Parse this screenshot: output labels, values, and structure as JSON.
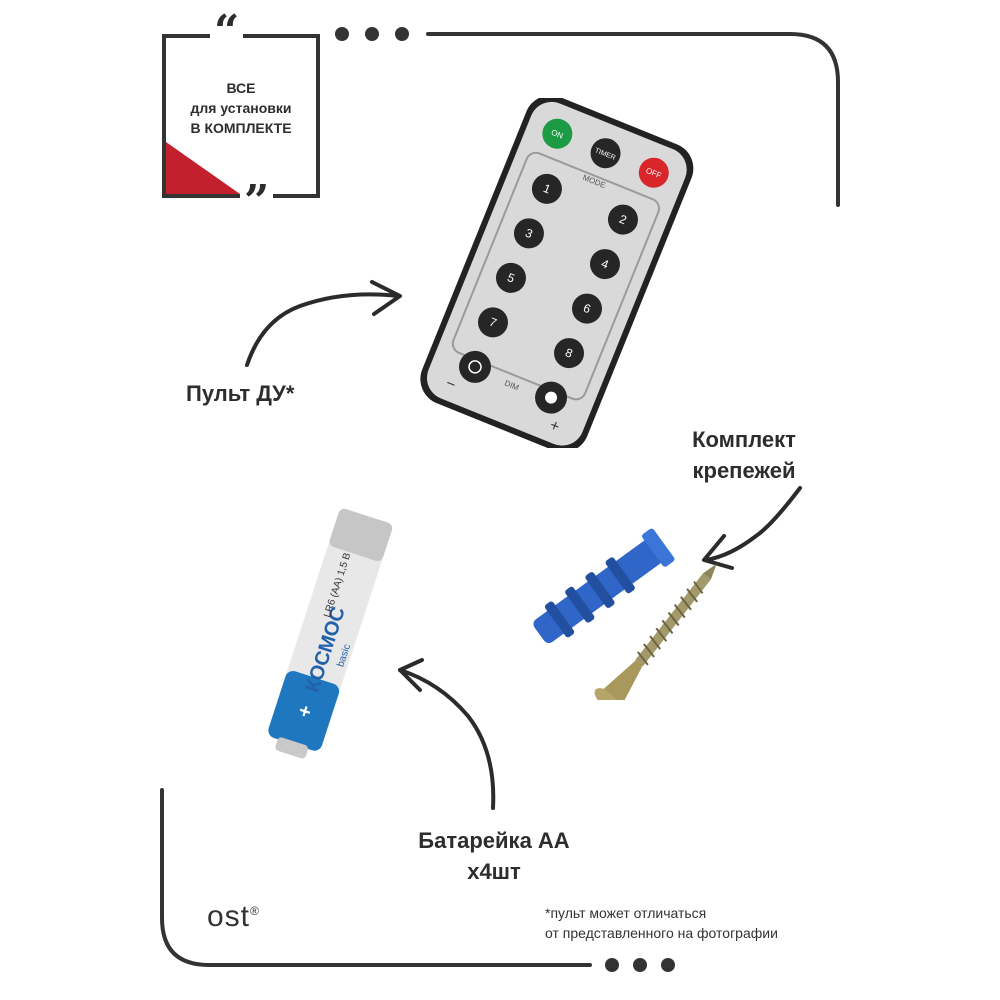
{
  "badge": {
    "line1": "ВСЕ",
    "line2": "для установки",
    "line3": "В КОМПЛЕКТЕ"
  },
  "remote": {
    "label": "Пульт ДУ*",
    "buttons": {
      "on": "ON",
      "timer": "TIMER",
      "off": "OFF",
      "mode": "MODE",
      "dim": "DIM",
      "minus": "−",
      "plus": "+",
      "digits": [
        "1",
        "2",
        "3",
        "4",
        "5",
        "6",
        "7",
        "8"
      ]
    }
  },
  "fasteners": {
    "label_line1": "Комплект",
    "label_line2": "крепежей"
  },
  "battery": {
    "label_line1": "Батарейка АА",
    "label_line2": "х4шт",
    "brand_print": "КОСМОС",
    "sub_print": "basic",
    "spec_print": "LR6 (AA) 1,5 B",
    "plus_print": "+"
  },
  "footer": {
    "brand": "ost",
    "registered": "®",
    "note_line1": "*пульт может отличаться",
    "note_line2": "от представленного на фотографии"
  },
  "colors": {
    "accent_red": "#c2202c",
    "frame": "#333333",
    "dowel_blue": "#2f66c8",
    "battery_blue": "#1f77c0"
  }
}
